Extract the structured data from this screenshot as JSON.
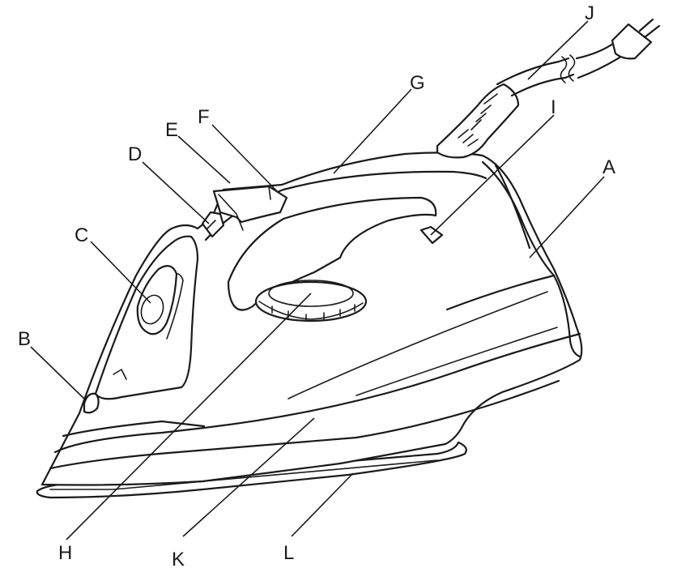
{
  "labels": {
    "A": "A",
    "B": "B",
    "C": "C",
    "D": "D",
    "E": "E",
    "F": "F",
    "G": "G",
    "H": "H",
    "I": "I",
    "J": "J",
    "K": "K",
    "L": "L"
  },
  "colors": {
    "line": "#1a1a1a",
    "background": "#ffffff"
  }
}
